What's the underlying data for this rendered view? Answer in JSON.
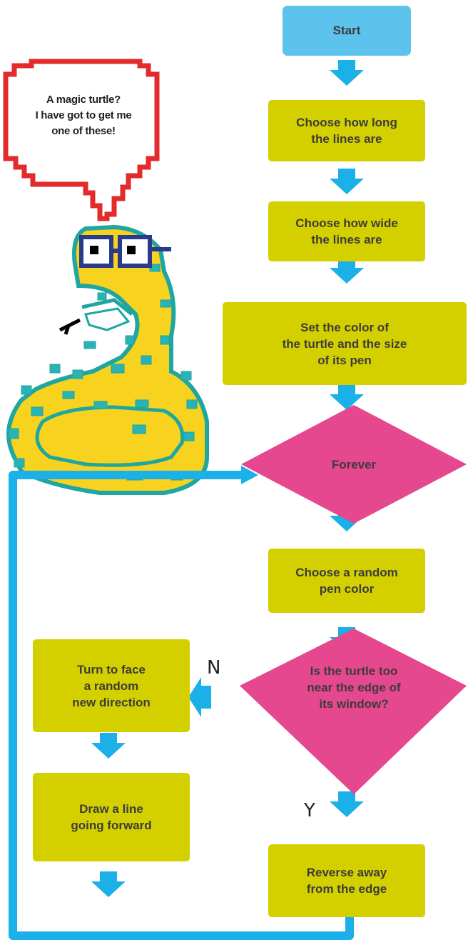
{
  "speech_bubble": {
    "text": "A magic turtle?\nI have got to get me\none of these!"
  },
  "flowchart": {
    "start": "Start",
    "step_line_length": "Choose how long\nthe lines are",
    "step_line_width": "Choose how wide\nthe lines are",
    "step_color_size": "Set the color of\nthe turtle and the size\nof its pen",
    "loop_forever": "Forever",
    "step_random_color": "Choose a random\npen color",
    "decision_edge": "Is the turtle too\nnear the edge of\nits window?",
    "label_no": "N",
    "label_yes": "Y",
    "step_turn": "Turn to face\na random\nnew direction",
    "step_draw": "Draw a line\ngoing forward",
    "step_reverse": "Reverse away\nfrom the edge"
  },
  "colors": {
    "start_fill": "#5bc3ec",
    "process_fill": "#d4d000",
    "decision_fill": "#e5488f",
    "arrow": "#1bb0e8",
    "bubble_border": "#e32b2b",
    "snake_body": "#f7d21f",
    "snake_outline": "#1fa6a0",
    "glasses": "#2a3a8c"
  },
  "icons": {
    "snake": "pixel-python-mascot"
  }
}
